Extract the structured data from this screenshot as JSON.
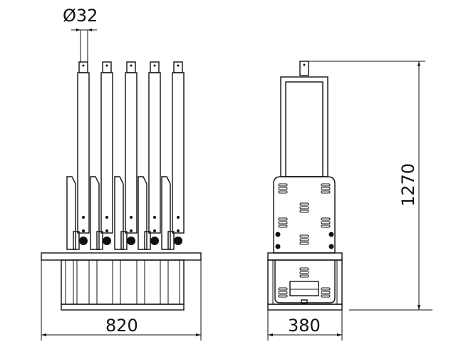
{
  "drawing": {
    "type": "technical-drawing",
    "views": [
      {
        "name": "front-view",
        "description": "Rack with five vertical poles"
      },
      {
        "name": "side-view",
        "description": "Side elevation of rack"
      }
    ],
    "dimensions": {
      "pole_diameter": "Ø32",
      "front_width": "820",
      "side_depth": "380",
      "total_height": "1270"
    },
    "front_view": {
      "pole_count": 5
    },
    "colors": {
      "line": "#111111",
      "background": "#ffffff"
    }
  }
}
